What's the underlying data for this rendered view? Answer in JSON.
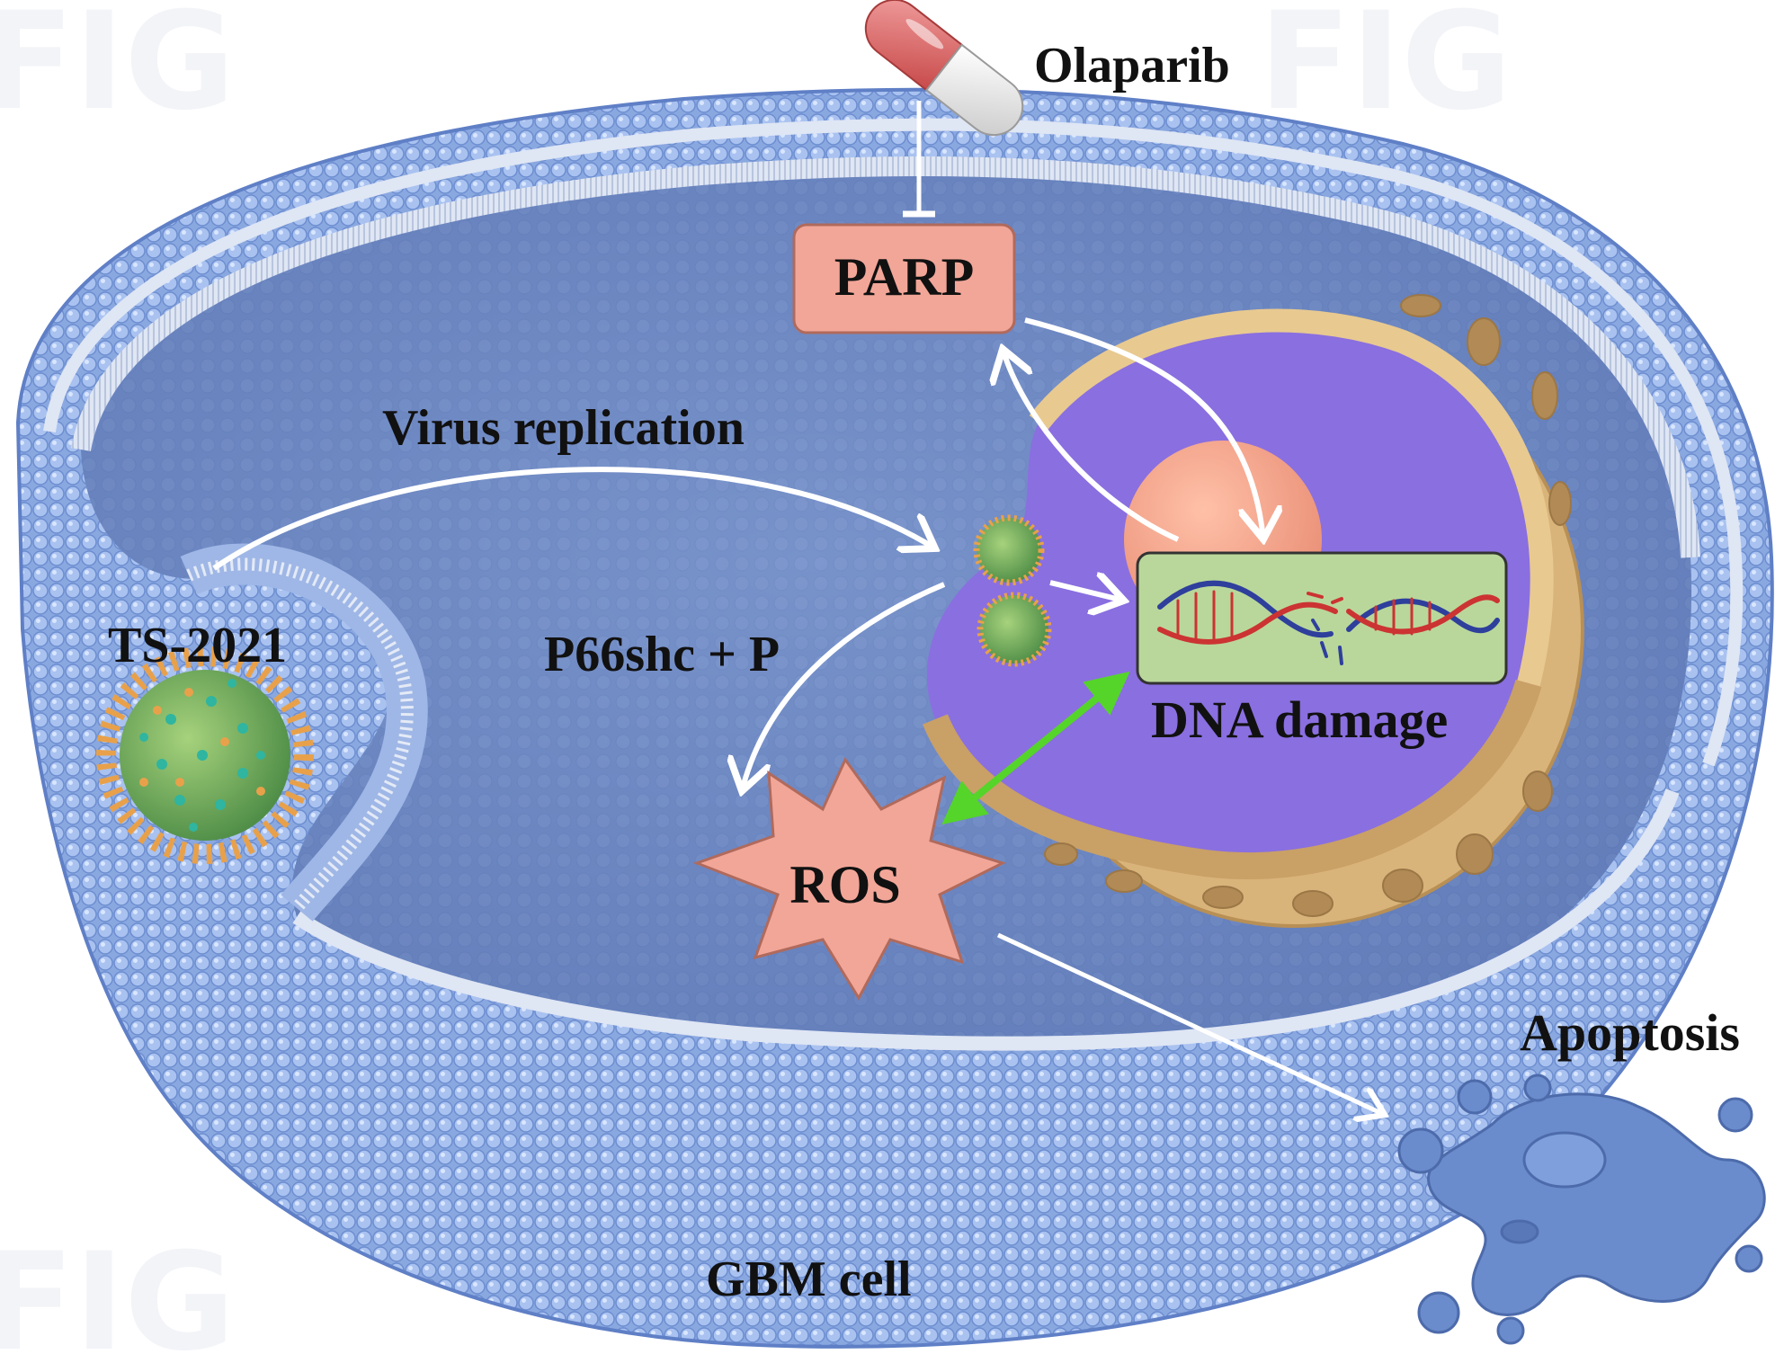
{
  "labels": {
    "drug": "Olaparib",
    "enzyme": "PARP",
    "process": "Virus replication",
    "virus": "TS-2021",
    "phospho": "P66shc + P",
    "damage": "DNA damage",
    "ros": "ROS",
    "outcome": "Apoptosis",
    "cell": "GBM cell"
  },
  "colors": {
    "membrane": "#8aa8e0",
    "membrane_dark": "#5f7fc6",
    "cytoplasm": "#6d87c2",
    "parp_box": "#f2a698",
    "ros_star": "#f2a698",
    "nucleus_shell": "#d9b47a",
    "nucleoplasm": "#8a6fe0",
    "nucleolus": "#f5a58c",
    "dna_box": "#b9d79a",
    "virus_core": "#6fae5a",
    "virus_spikes": "#e8a14a",
    "arrow_white": "#ffffff",
    "arrow_green": "#55d42a",
    "apoptotic_body": "#6a8ccc"
  },
  "icons": [
    "pill-icon",
    "virus-icon",
    "dna-helix-icon",
    "apoptotic-cell-icon"
  ]
}
